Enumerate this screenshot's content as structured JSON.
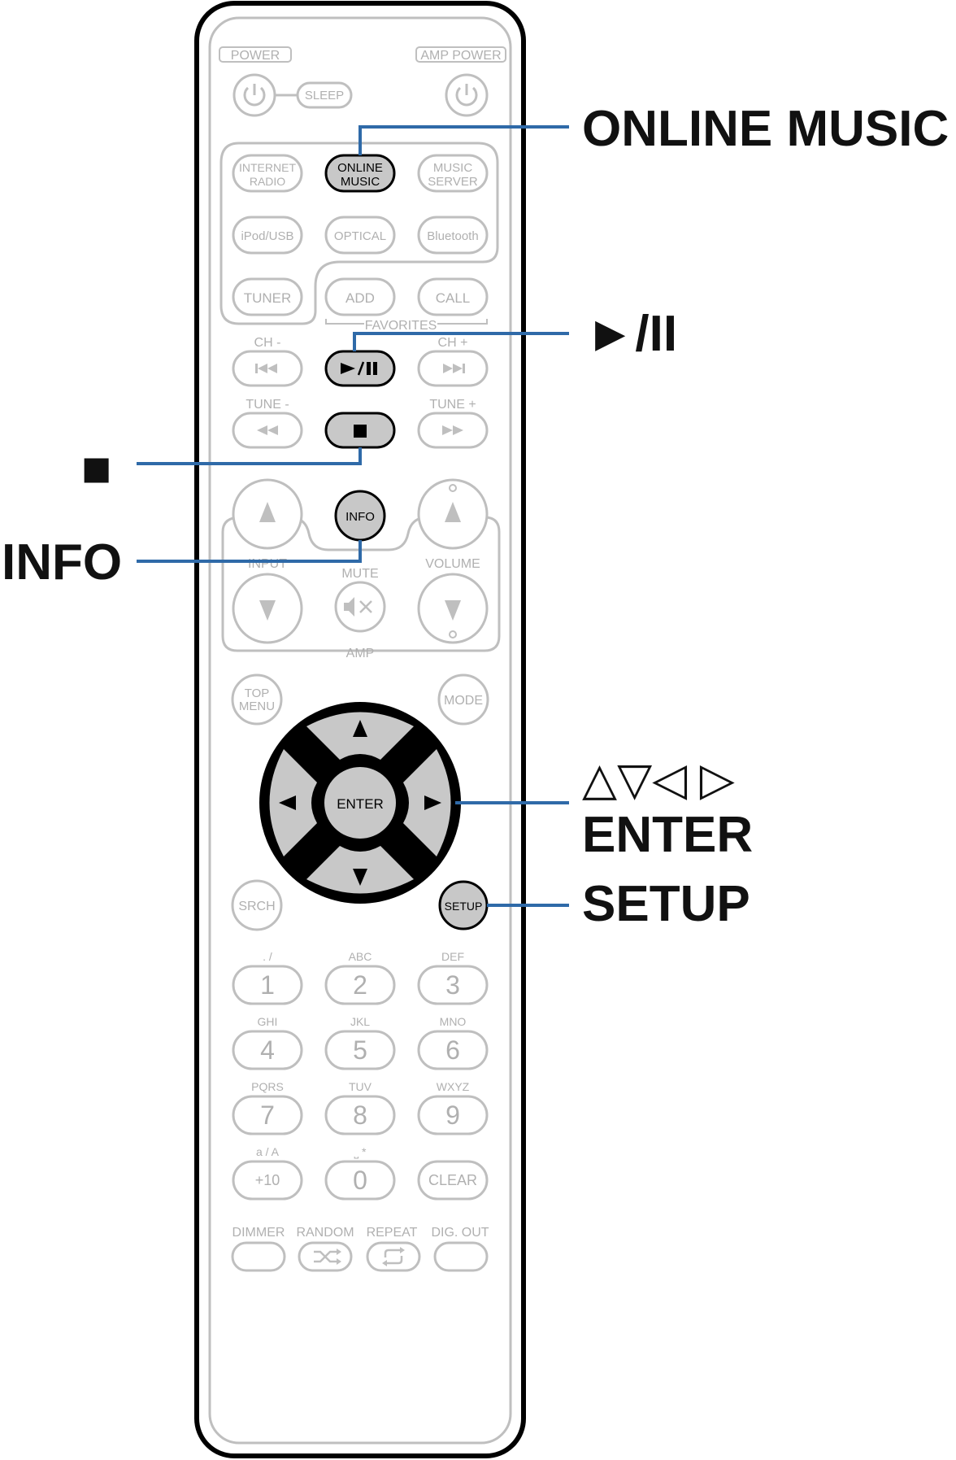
{
  "colors": {
    "outline": "#000000",
    "faint": "#bfbfbf",
    "faint_text": "#b0b0b0",
    "highlight_fill": "#c8c8c8",
    "callout_line": "#2f6aa8",
    "label": "#111111"
  },
  "callouts": {
    "online_music": "ONLINE MUSIC",
    "play_pause": "►/II",
    "stop": "■",
    "info": "INFO",
    "arrows": "△▽◁ ▷",
    "enter": "ENTER",
    "setup": "SETUP"
  },
  "remote": {
    "power": "POWER",
    "amp_power": "AMP POWER",
    "sleep": "SLEEP",
    "internet_radio": [
      "INTERNET",
      "RADIO"
    ],
    "online_music": [
      "ONLINE",
      "MUSIC"
    ],
    "music_server": [
      "MUSIC",
      "SERVER"
    ],
    "ipod_usb": "iPod/USB",
    "optical": "OPTICAL",
    "bluetooth": "Bluetooth",
    "tuner": "TUNER",
    "add": "ADD",
    "call": "CALL",
    "favorites": "FAVORITES",
    "ch_minus": "CH -",
    "ch_plus": "CH +",
    "tune_minus": "TUNE -",
    "tune_plus": "TUNE +",
    "info": "INFO",
    "input": "INPUT",
    "mute": "MUTE",
    "volume": "VOLUME",
    "amp": "AMP",
    "top_menu": [
      "TOP",
      "MENU"
    ],
    "mode": "MODE",
    "enter": "ENTER",
    "srch": "SRCH",
    "setup": "SETUP",
    "keypad": [
      {
        "sub": ". /",
        "num": "1"
      },
      {
        "sub": "ABC",
        "num": "2"
      },
      {
        "sub": "DEF",
        "num": "3"
      },
      {
        "sub": "GHI",
        "num": "4"
      },
      {
        "sub": "JKL",
        "num": "5"
      },
      {
        "sub": "MNO",
        "num": "6"
      },
      {
        "sub": "PQRS",
        "num": "7"
      },
      {
        "sub": "TUV",
        "num": "8"
      },
      {
        "sub": "WXYZ",
        "num": "9"
      },
      {
        "sub": "a / A",
        "num": "+10"
      },
      {
        "sub": "⎵ *",
        "num": "0"
      },
      {
        "sub": "",
        "num": "CLEAR"
      }
    ],
    "dimmer": "DIMMER",
    "random": "RANDOM",
    "repeat": "REPEAT",
    "dig_out": "DIG. OUT"
  }
}
